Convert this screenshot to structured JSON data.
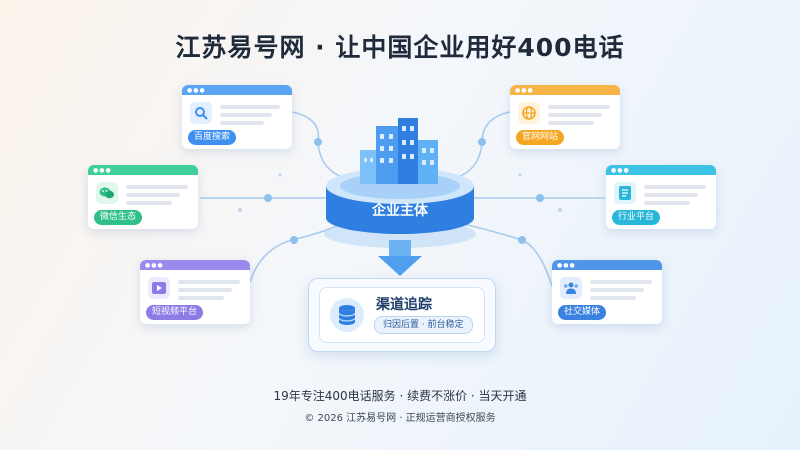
{
  "title": "江苏易号网 · 让中国企业用好400电话",
  "hub": {
    "label": "企业主体"
  },
  "channels": {
    "baidu": {
      "label": "百度搜索",
      "icon": "search-icon",
      "color": "#3d8ff0"
    },
    "wechat": {
      "label": "微信生态",
      "icon": "wechat-icon",
      "color": "#2fc08a"
    },
    "video": {
      "label": "短视频平台",
      "icon": "play-icon",
      "color": "#8d7be6"
    },
    "website": {
      "label": "官网网站",
      "icon": "globe-icon",
      "color": "#f5a623"
    },
    "industry": {
      "label": "行业平台",
      "icon": "document-icon",
      "color": "#29b6d9"
    },
    "social": {
      "label": "社交媒体",
      "icon": "people-icon",
      "color": "#3b82e0"
    }
  },
  "tracking": {
    "title": "渠道追踪",
    "subtitle": "归因后置 · 前台稳定",
    "icon": "database-icon"
  },
  "footer": {
    "line1": "19年专注400电话服务 · 续费不涨价 · 当天开通",
    "line2": "© 2026 江苏易号网 · 正规运营商授权服务"
  }
}
